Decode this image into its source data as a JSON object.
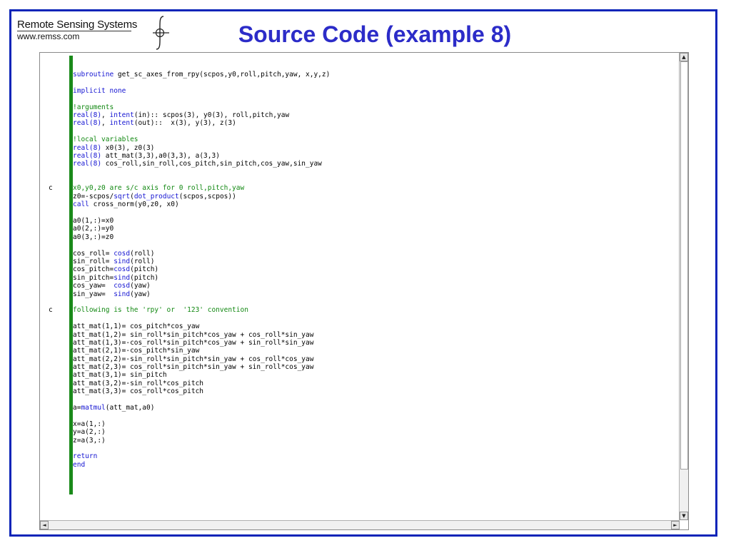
{
  "logo": {
    "name": "Remote Sensing Systems",
    "url": "www.remss.com"
  },
  "title": "Source Code (example 8)",
  "colors": {
    "frame": "#0a24b8",
    "title": "#2c2cc8",
    "keyword": "#1414d2",
    "comment": "#118811",
    "gutter": "#1a8a1a"
  },
  "scrollbar": {
    "up_icon": "▲",
    "down_icon": "▼",
    "left_icon": "◄",
    "right_icon": "►"
  },
  "code_lines": [
    {
      "marker": "",
      "segments": [
        {
          "t": "subroutine",
          "c": "kw"
        },
        {
          "t": " get_sc_axes_from_rpy(scpos,y0,roll,pitch,yaw, x,y,z)"
        }
      ]
    },
    {
      "marker": "",
      "segments": []
    },
    {
      "marker": "",
      "segments": [
        {
          "t": "implicit none",
          "c": "kw"
        }
      ]
    },
    {
      "marker": "",
      "segments": []
    },
    {
      "marker": "",
      "segments": [
        {
          "t": "!arguments",
          "c": "cm"
        }
      ]
    },
    {
      "marker": "",
      "segments": [
        {
          "t": "real(8)",
          "c": "kw"
        },
        {
          "t": ", "
        },
        {
          "t": "intent",
          "c": "kw"
        },
        {
          "t": "(in):: scpos(3), y0(3), roll,pitch,yaw"
        }
      ]
    },
    {
      "marker": "",
      "segments": [
        {
          "t": "real(8)",
          "c": "kw"
        },
        {
          "t": ", "
        },
        {
          "t": "intent",
          "c": "kw"
        },
        {
          "t": "(out)::  x(3), y(3), z(3)"
        }
      ]
    },
    {
      "marker": "",
      "segments": []
    },
    {
      "marker": "",
      "segments": [
        {
          "t": "!local variables",
          "c": "cm"
        }
      ]
    },
    {
      "marker": "",
      "segments": [
        {
          "t": "real(8)",
          "c": "kw"
        },
        {
          "t": " x0(3), z0(3)"
        }
      ]
    },
    {
      "marker": "",
      "segments": [
        {
          "t": "real(8)",
          "c": "kw"
        },
        {
          "t": " att_mat(3,3),a0(3,3), a(3,3)"
        }
      ]
    },
    {
      "marker": "",
      "segments": [
        {
          "t": "real(8)",
          "c": "kw"
        },
        {
          "t": " cos_roll,sin_roll,cos_pitch,sin_pitch,cos_yaw,sin_yaw"
        }
      ]
    },
    {
      "marker": "",
      "segments": []
    },
    {
      "marker": "",
      "segments": []
    },
    {
      "marker": "c",
      "segments": [
        {
          "t": "x0,y0,z0 are s/c axis for 0 roll,pitch,yaw",
          "c": "cm"
        }
      ]
    },
    {
      "marker": "",
      "segments": [
        {
          "t": "z0=-scpos/"
        },
        {
          "t": "sqrt",
          "c": "kw"
        },
        {
          "t": "("
        },
        {
          "t": "dot_product",
          "c": "kw"
        },
        {
          "t": "(scpos,scpos))"
        }
      ]
    },
    {
      "marker": "",
      "segments": [
        {
          "t": "call",
          "c": "kw"
        },
        {
          "t": " cross_norm(y0,z0, x0)"
        }
      ]
    },
    {
      "marker": "",
      "segments": []
    },
    {
      "marker": "",
      "segments": [
        {
          "t": "a0(1,:)=x0"
        }
      ]
    },
    {
      "marker": "",
      "segments": [
        {
          "t": "a0(2,:)=y0"
        }
      ]
    },
    {
      "marker": "",
      "segments": [
        {
          "t": "a0(3,:)=z0"
        }
      ]
    },
    {
      "marker": "",
      "segments": []
    },
    {
      "marker": "",
      "segments": [
        {
          "t": "cos_roll= "
        },
        {
          "t": "cosd",
          "c": "kw"
        },
        {
          "t": "(roll)"
        }
      ]
    },
    {
      "marker": "",
      "segments": [
        {
          "t": "sin_roll= "
        },
        {
          "t": "sind",
          "c": "kw"
        },
        {
          "t": "(roll)"
        }
      ]
    },
    {
      "marker": "",
      "segments": [
        {
          "t": "cos_pitch="
        },
        {
          "t": "cosd",
          "c": "kw"
        },
        {
          "t": "(pitch)"
        }
      ]
    },
    {
      "marker": "",
      "segments": [
        {
          "t": "sin_pitch="
        },
        {
          "t": "sind",
          "c": "kw"
        },
        {
          "t": "(pitch)"
        }
      ]
    },
    {
      "marker": "",
      "segments": [
        {
          "t": "cos_yaw=  "
        },
        {
          "t": "cosd",
          "c": "kw"
        },
        {
          "t": "(yaw)"
        }
      ]
    },
    {
      "marker": "",
      "segments": [
        {
          "t": "sin_yaw=  "
        },
        {
          "t": "sind",
          "c": "kw"
        },
        {
          "t": "(yaw)"
        }
      ]
    },
    {
      "marker": "",
      "segments": []
    },
    {
      "marker": "c",
      "segments": [
        {
          "t": "following is the 'rpy' or  '123' convention",
          "c": "cm"
        }
      ]
    },
    {
      "marker": "",
      "segments": []
    },
    {
      "marker": "",
      "segments": [
        {
          "t": "att_mat(1,1)= cos_pitch*cos_yaw"
        }
      ]
    },
    {
      "marker": "",
      "segments": [
        {
          "t": "att_mat(1,2)= sin_roll*sin_pitch*cos_yaw + cos_roll*sin_yaw"
        }
      ]
    },
    {
      "marker": "",
      "segments": [
        {
          "t": "att_mat(1,3)=-cos_roll*sin_pitch*cos_yaw + sin_roll*sin_yaw"
        }
      ]
    },
    {
      "marker": "",
      "segments": [
        {
          "t": "att_mat(2,1)=-cos_pitch*sin_yaw"
        }
      ]
    },
    {
      "marker": "",
      "segments": [
        {
          "t": "att_mat(2,2)=-sin_roll*sin_pitch*sin_yaw + cos_roll*cos_yaw"
        }
      ]
    },
    {
      "marker": "",
      "segments": [
        {
          "t": "att_mat(2,3)= cos_roll*sin_pitch*sin_yaw + sin_roll*cos_yaw"
        }
      ]
    },
    {
      "marker": "",
      "segments": [
        {
          "t": "att_mat(3,1)= sin_pitch"
        }
      ]
    },
    {
      "marker": "",
      "segments": [
        {
          "t": "att_mat(3,2)=-sin_roll*cos_pitch"
        }
      ]
    },
    {
      "marker": "",
      "segments": [
        {
          "t": "att_mat(3,3)= cos_roll*cos_pitch"
        }
      ]
    },
    {
      "marker": "",
      "segments": []
    },
    {
      "marker": "",
      "segments": [
        {
          "t": "a="
        },
        {
          "t": "matmul",
          "c": "kw"
        },
        {
          "t": "(att_mat,a0)"
        }
      ]
    },
    {
      "marker": "",
      "segments": []
    },
    {
      "marker": "",
      "segments": [
        {
          "t": "x=a(1,:)"
        }
      ]
    },
    {
      "marker": "",
      "segments": [
        {
          "t": "y=a(2,:)"
        }
      ]
    },
    {
      "marker": "",
      "segments": [
        {
          "t": "z=a(3,:)"
        }
      ]
    },
    {
      "marker": "",
      "segments": []
    },
    {
      "marker": "",
      "segments": [
        {
          "t": "return",
          "c": "kw"
        }
      ]
    },
    {
      "marker": "",
      "segments": [
        {
          "t": "end",
          "c": "kw"
        }
      ]
    }
  ]
}
